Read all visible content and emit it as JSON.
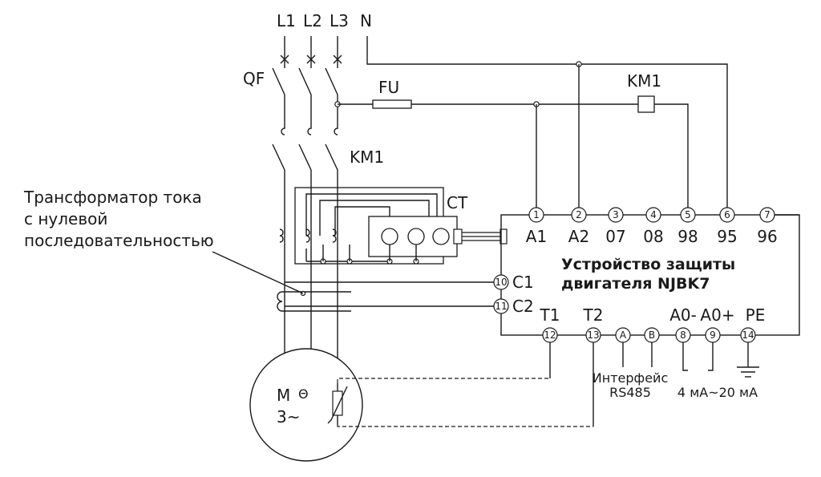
{
  "supply": {
    "phases": [
      "L1",
      "L2",
      "L3"
    ],
    "neutral": "N"
  },
  "breaker": "QF",
  "fuse": "FU",
  "contactor": "KM1",
  "coil": "KM1",
  "ct_label": "CT",
  "zsct_label_lines": [
    "Трансформатор тока",
    "с нулевой",
    "последовательностью"
  ],
  "device_title_lines": [
    "Устройство защиты",
    "двигателя NJBK7"
  ],
  "top_terminals": [
    {
      "num": "1",
      "label": "A1"
    },
    {
      "num": "2",
      "label": "A2"
    },
    {
      "num": "3",
      "label": "07"
    },
    {
      "num": "4",
      "label": "08"
    },
    {
      "num": "5",
      "label": "98"
    },
    {
      "num": "6",
      "label": "95"
    },
    {
      "num": "7",
      "label": "96"
    }
  ],
  "left_terminals": [
    {
      "num": "10",
      "label": "C1"
    },
    {
      "num": "11",
      "label": "C2"
    }
  ],
  "bottom_terminals": [
    {
      "num": "12",
      "label": "T1"
    },
    {
      "num": "13",
      "label": "T2"
    },
    {
      "num": "A",
      "label": ""
    },
    {
      "num": "B",
      "label": ""
    },
    {
      "num": "8",
      "label": "A0-"
    },
    {
      "num": "9",
      "label": "A0+"
    },
    {
      "num": "14",
      "label": "PE"
    }
  ],
  "interface_lines": [
    "Интерфейс",
    "RS485"
  ],
  "analog_label": "4 мА~20 мА",
  "motor": {
    "letter": "M",
    "phase": "3~",
    "thermal_symbol": "Θ"
  }
}
